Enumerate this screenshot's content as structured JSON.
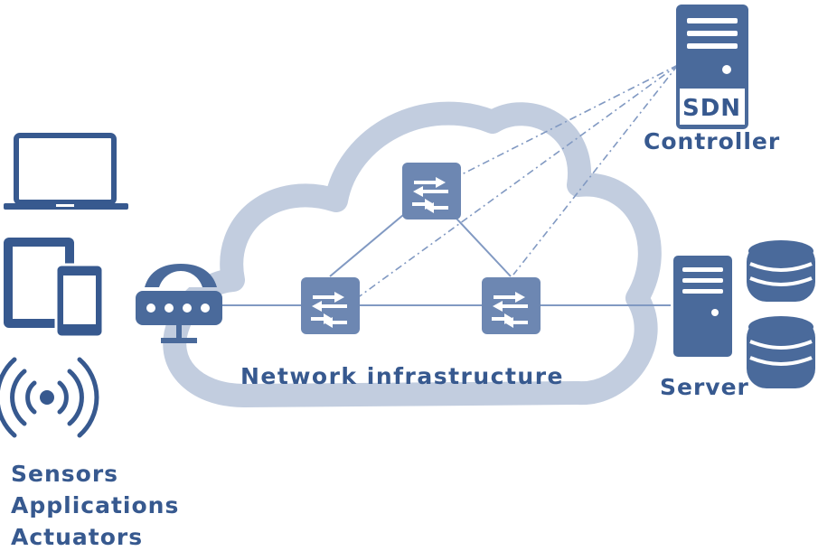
{
  "labels": {
    "sdn": "SDN",
    "controller": "Controller",
    "network": "Network infrastructure",
    "server": "Server",
    "sensors": "Sensors",
    "applications": "Applications",
    "actuators": "Actuators"
  },
  "colors": {
    "primary": "#37598f",
    "device": "#4a6a9b",
    "switch": "#6d87b2",
    "cloud": "#c2cddf",
    "line": "#8199c2"
  },
  "icons": [
    "laptop-icon",
    "tablet-icon",
    "phone-icon",
    "wireless-sensor-icon",
    "gateway-router-icon",
    "sdn-switch-icon",
    "controller-tower-icon",
    "server-tower-icon",
    "database-icon"
  ]
}
